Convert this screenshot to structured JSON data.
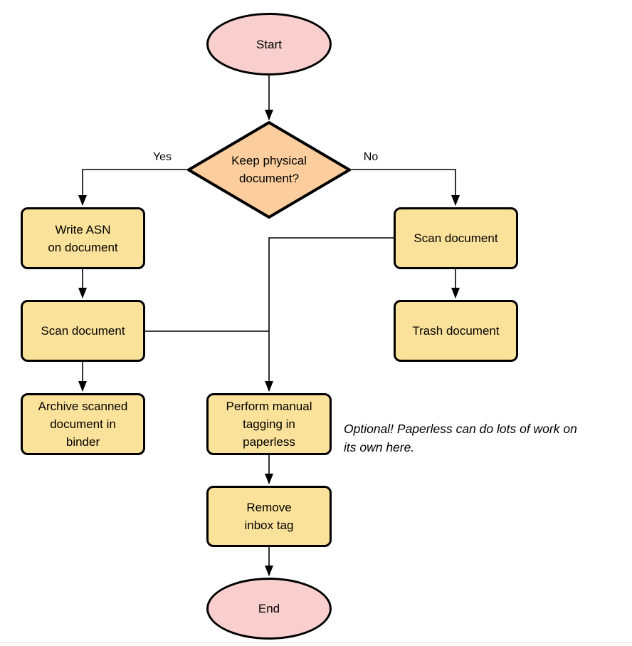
{
  "diagram": {
    "type": "flowchart",
    "colors": {
      "terminal_fill": "#F9CFCD",
      "decision_fill": "#FCCE9E",
      "process_fill": "#FBE29B",
      "border": "#000000",
      "text": "#000000"
    },
    "nodes": {
      "start": {
        "shape": "terminal",
        "label": "Start"
      },
      "decision": {
        "shape": "decision",
        "label": "Keep physical\ndocument?"
      },
      "write_asn": {
        "shape": "process",
        "label": "Write ASN\non document"
      },
      "scan_left": {
        "shape": "process",
        "label": "Scan document"
      },
      "archive": {
        "shape": "process",
        "label": "Archive scanned\ndocument in\nbinder"
      },
      "scan_right": {
        "shape": "process",
        "label": "Scan document"
      },
      "trash": {
        "shape": "process",
        "label": "Trash document"
      },
      "tagging": {
        "shape": "process",
        "label": "Perform manual\ntagging in\npaperless"
      },
      "remove_inbox": {
        "shape": "process",
        "label": "Remove\ninbox tag"
      },
      "end": {
        "shape": "terminal",
        "label": "End"
      }
    },
    "edge_labels": {
      "yes": "Yes",
      "no": "No"
    },
    "annotation": "Optional! Paperless can do lots of work on\nits own here."
  }
}
